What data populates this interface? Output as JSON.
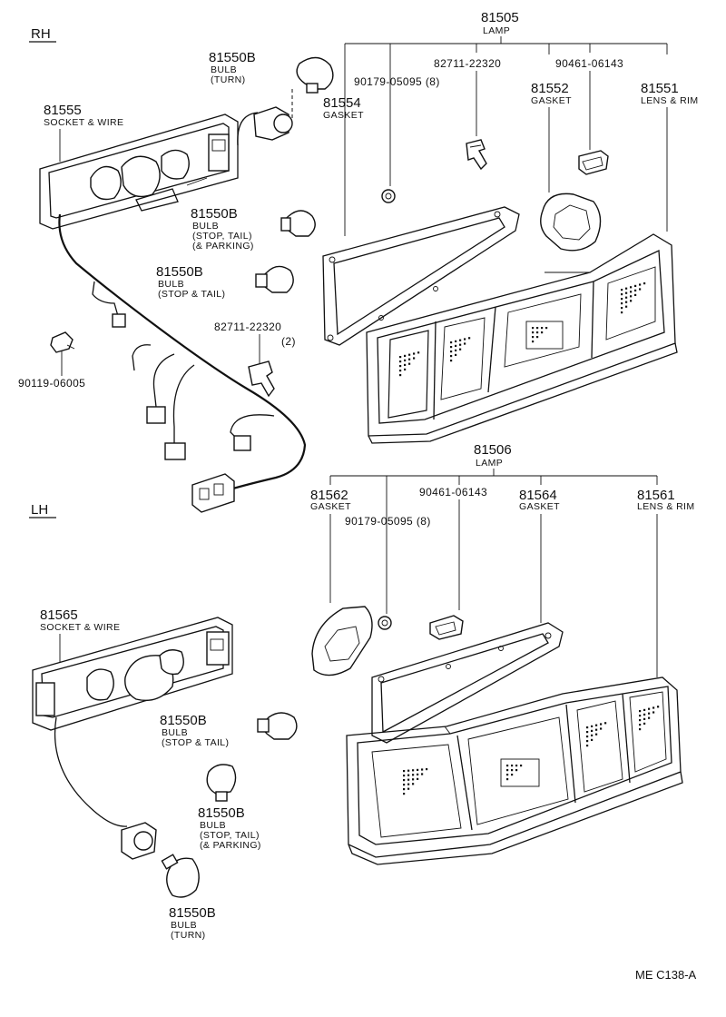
{
  "sections": {
    "rh": "RH",
    "lh": "LH"
  },
  "rh": {
    "lamp_assy": {
      "number": "81505",
      "desc": "LAMP"
    },
    "lens_rim": {
      "number": "81551",
      "desc": "LENS & RIM"
    },
    "gasket_outer": {
      "number": "81554",
      "desc": "GASKET"
    },
    "gasket_inner": {
      "number": "81552",
      "desc": "GASKET"
    },
    "screw": {
      "number": "90179-05095 (8)"
    },
    "clip_a": {
      "number": "82711-22320"
    },
    "clip_b": {
      "number": "90461-06143"
    },
    "clip_c": {
      "number": "82711-22320",
      "qty": "(2)"
    },
    "bolt": {
      "number": "90119-06005"
    },
    "socket_wire": {
      "number": "81555",
      "desc": "SOCKET & WIRE"
    },
    "bulb_turn": {
      "number": "81550B",
      "desc1": "BULB",
      "desc2": "(TURN)"
    },
    "bulb_stp": {
      "number": "81550B",
      "desc1": "BULB",
      "desc2": "(STOP, TAIL)",
      "desc3": "(& PARKING)"
    },
    "bulb_st": {
      "number": "81550B",
      "desc1": "BULB",
      "desc2": "(STOP & TAIL)"
    }
  },
  "lh": {
    "lamp_assy": {
      "number": "81506",
      "desc": "LAMP"
    },
    "lens_rim": {
      "number": "81561",
      "desc": "LENS & RIM"
    },
    "gasket_outer": {
      "number": "81564",
      "desc": "GASKET"
    },
    "gasket_inner": {
      "number": "81562",
      "desc": "GASKET"
    },
    "screw": {
      "number": "90179-05095 (8)"
    },
    "clip_b": {
      "number": "90461-06143"
    },
    "socket_wire": {
      "number": "81565",
      "desc": "SOCKET & WIRE"
    },
    "bulb_st": {
      "number": "81550B",
      "desc1": "BULB",
      "desc2": "(STOP & TAIL)"
    },
    "bulb_stp": {
      "number": "81550B",
      "desc1": "BULB",
      "desc2": "(STOP, TAIL)",
      "desc3": "(& PARKING)"
    },
    "bulb_turn": {
      "number": "81550B",
      "desc1": "BULB",
      "desc2": "(TURN)"
    }
  },
  "footer": {
    "code": "ME  C138-A"
  }
}
